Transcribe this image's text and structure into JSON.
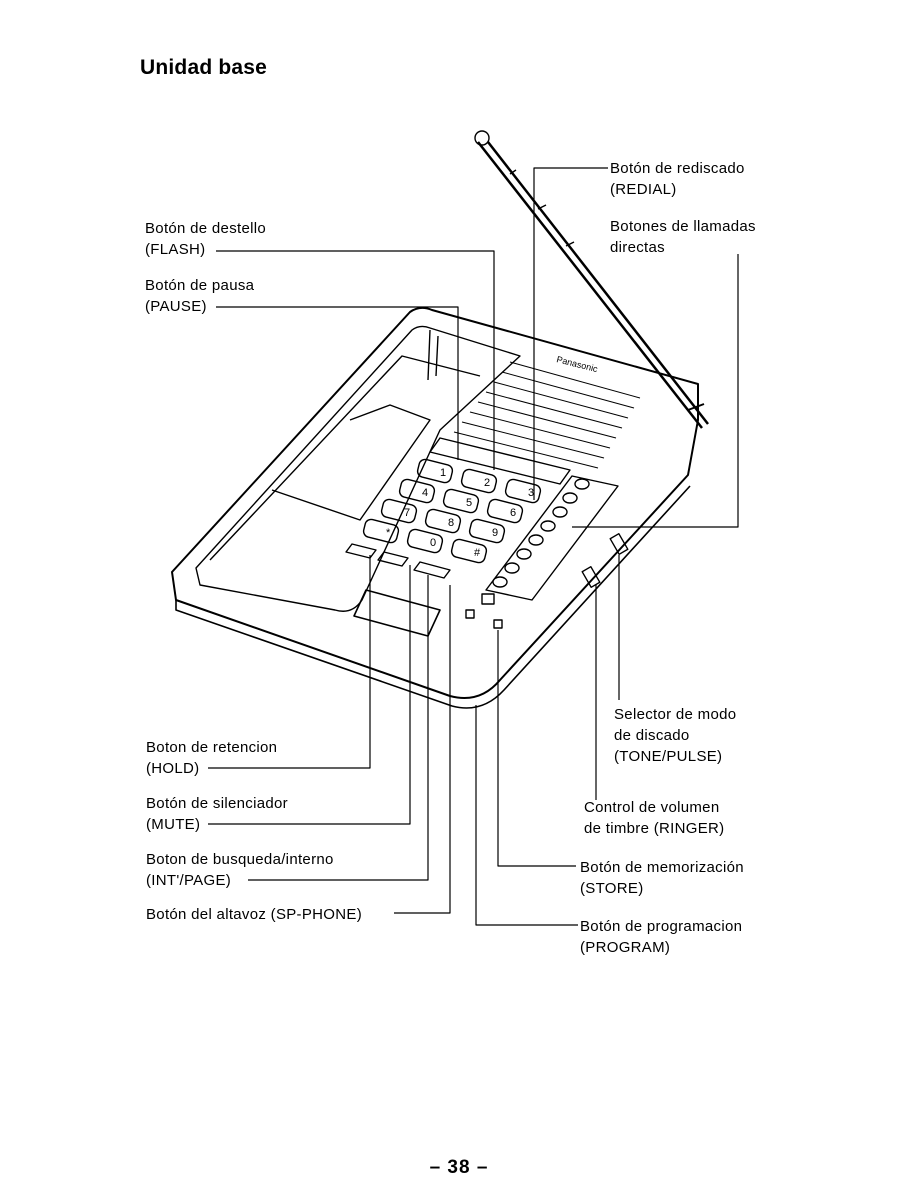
{
  "title": "Unidad base",
  "labels": {
    "redial": [
      "Botón de rediscado",
      "(REDIAL)"
    ],
    "direct": [
      "Botones de llamadas",
      "directas"
    ],
    "flash": [
      "Botón de destello",
      "(FLASH)"
    ],
    "pause": [
      "Botón de pausa",
      "(PAUSE)"
    ],
    "hold": [
      "Boton de retencion",
      "(HOLD)"
    ],
    "mute": [
      "Botón de silenciador",
      "(MUTE)"
    ],
    "intpage": [
      "Boton de busqueda/interno",
      "(INT'/PAGE)"
    ],
    "spphone": [
      "Botón del altavoz (SP-PHONE)"
    ],
    "tonepulse": [
      "Selector de modo",
      "de discado",
      "(TONE/PULSE)"
    ],
    "ringer": [
      "Control de volumen",
      "de timbre (RINGER)"
    ],
    "store": [
      "Botón de memorización",
      "(STORE)"
    ],
    "program": [
      "Botón de programacion",
      "(PROGRAM)"
    ]
  },
  "phone": {
    "brand": "Panasonic",
    "keypad": [
      "1",
      "2",
      "3",
      "4",
      "5",
      "6",
      "7",
      "8",
      "9",
      "*",
      "0",
      "#"
    ]
  },
  "page_number": "– 38 –"
}
